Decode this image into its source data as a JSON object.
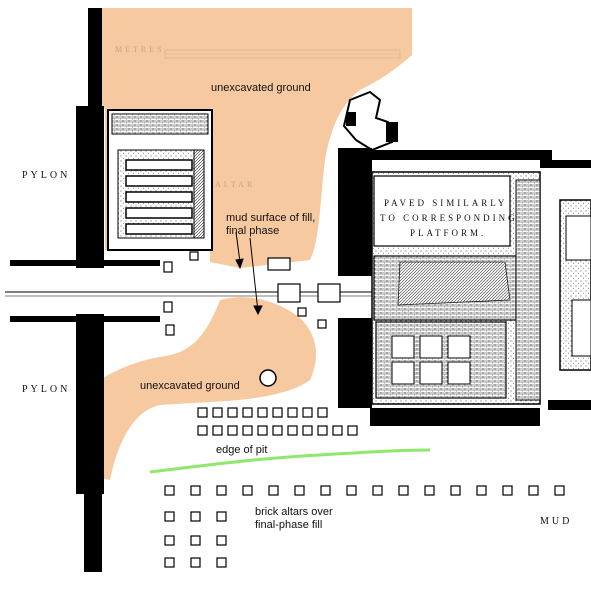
{
  "labels": {
    "pylon_top": "PYLON",
    "pylon_bottom": "PYLON",
    "metres": "METRES",
    "altar": "ALTAR",
    "unexcavated_top": "unexcavated ground",
    "unexcavated_bottom": "unexcavated ground",
    "mud_surface_line1": "mud surface of fill,",
    "mud_surface_line2": "final phase",
    "paved_line1": "PAVED SIMILARLY",
    "paved_line2": "TO CORRESPONDING",
    "paved_line3": "PLATFORM.",
    "edge_of_pit": "edge of pit",
    "brick_altars_line1": "brick altars over",
    "brick_altars_line2": "final-phase fill",
    "mud": "MUD"
  },
  "colors": {
    "unexcavated": "#f7c9a1",
    "edge_of_pit": "#8ee86a",
    "wall": "#000000",
    "faint_text": "#c9a089"
  }
}
